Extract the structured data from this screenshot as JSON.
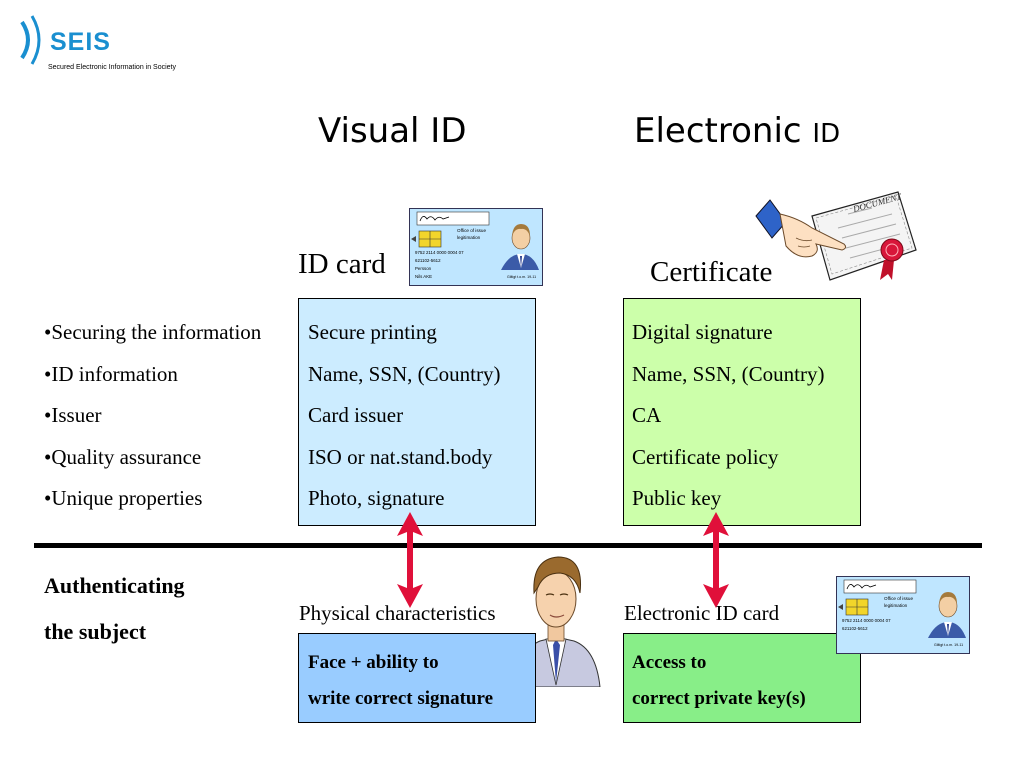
{
  "logo": {
    "name": "SEIS",
    "subtitle": "Secured Electronic Information in Society"
  },
  "headings": {
    "visual": "Visual ID",
    "electronic_word": "Electronic",
    "electronic_id": "ID"
  },
  "labels": {
    "id_card": "ID card",
    "certificate": "Certificate"
  },
  "rows": [
    {
      "label": "•Securing the information",
      "visual": "Secure printing",
      "electronic": "Digital signature"
    },
    {
      "label": "•ID information",
      "visual": "Name, SSN, (Country)",
      "electronic": "Name, SSN, (Country)"
    },
    {
      "label": "•Issuer",
      "visual": "Card issuer",
      "electronic": "CA"
    },
    {
      "label": "•Quality assurance",
      "visual": "ISO or nat.stand.body",
      "electronic": "Certificate policy"
    },
    {
      "label": "•Unique properties",
      "visual": "Photo, signature",
      "electronic": "Public key"
    }
  ],
  "auth": {
    "line1": "Authenticating",
    "line2": "the subject"
  },
  "physical": {
    "label": "Physical characteristics",
    "line1": "Face + ability to",
    "line2": "write correct signature"
  },
  "electronic_card": {
    "label": "Electronic ID card",
    "line1": "Access to",
    "line2": "correct private key(s)"
  },
  "card_text": {
    "issuer_line1": "Office of issue",
    "issuer_line2": "legitimation",
    "number": "9752 2114 0000 0004 07",
    "date": "621102-5612",
    "name1": "Persson",
    "name2": "Nils AKE",
    "valid": "Giltigt t.o.m. 19-11"
  },
  "colors": {
    "logo": "#1a8fd0",
    "box_blue": "#ccecff",
    "box_green": "#ccffaa",
    "box_blue_dark": "#99ccff",
    "box_green_dark": "#88ee88",
    "arrow": "#e0103a"
  }
}
